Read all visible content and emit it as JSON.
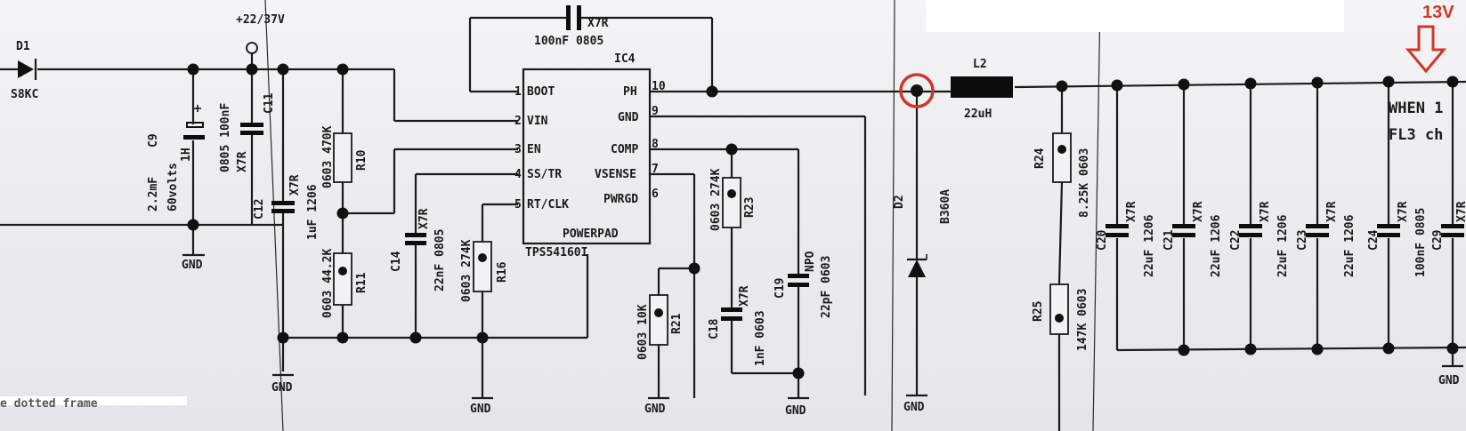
{
  "diagram": {
    "ic": {
      "ref": "IC4",
      "part": "TPS54160I",
      "pad": "POWERPAD",
      "pins_left": [
        {
          "num": "1",
          "name": "BOOT"
        },
        {
          "num": "2",
          "name": "VIN"
        },
        {
          "num": "3",
          "name": "EN"
        },
        {
          "num": "4",
          "name": "SS/TR"
        },
        {
          "num": "5",
          "name": "RT/CLK"
        }
      ],
      "pins_right": [
        {
          "num": "10",
          "name": "PH"
        },
        {
          "num": "9",
          "name": "GND"
        },
        {
          "num": "8",
          "name": "COMP"
        },
        {
          "num": "7",
          "name": "VSENSE"
        },
        {
          "num": "6",
          "name": "PWRGD"
        }
      ]
    },
    "rail": "+22/37V",
    "gnd": "GND",
    "d1": {
      "ref": "D1",
      "value": "S8KC"
    },
    "d2": {
      "ref": "D2",
      "value": "B360A"
    },
    "l2": {
      "ref": "L2",
      "value": "22uH"
    },
    "boot_cap": {
      "spec": "X7R",
      "value": "100nF 0805"
    },
    "c9": {
      "ref": "C9",
      "l1": "2.2mF",
      "l2": "60volts",
      "l3": "1H"
    },
    "c11": {
      "ref": "C11",
      "l1": "0805 100nF",
      "l2": "X7R"
    },
    "c12": {
      "ref": "C12",
      "l1": "X7R",
      "l2": "1uF 1206"
    },
    "r10": {
      "ref": "R10",
      "value": "0603 470K"
    },
    "r11": {
      "ref": "R11",
      "value": "0603 44.2K"
    },
    "c14": {
      "ref": "C14",
      "l1": "X7R",
      "l2": "22nF 0805"
    },
    "r16": {
      "ref": "R16",
      "value": "0603 274K"
    },
    "r21": {
      "ref": "R21",
      "value": "0603 10K"
    },
    "r23": {
      "ref": "R23",
      "value": "0603 274K"
    },
    "c18": {
      "ref": "C18",
      "l1": "X7R",
      "l2": "1nF 0603"
    },
    "c19": {
      "ref": "C19",
      "l1": "NPO",
      "l2": "22pF 0603"
    },
    "r24": {
      "ref": "R24",
      "value": "8.25K 0603"
    },
    "r25": {
      "ref": "R25",
      "value": "147K 0603"
    },
    "out_caps": [
      {
        "ref": "C20",
        "l1": "X7R",
        "l2": "22uF 1206"
      },
      {
        "ref": "C21",
        "l1": "X7R",
        "l2": "22uF 1206"
      },
      {
        "ref": "C22",
        "l1": "X7R",
        "l2": "22uF 1206"
      },
      {
        "ref": "C23",
        "l1": "X7R",
        "l2": "22uF 1206"
      },
      {
        "ref": "C24",
        "l1": "X7R",
        "l2": "100nF 0805"
      },
      {
        "ref": "C29",
        "l1": "X7R",
        "l2": ""
      }
    ],
    "annotation": "13V",
    "note1": "WHEN 1",
    "note2": "FL3 ch",
    "bottom_note": "e dotted frame"
  },
  "colors": {
    "annotation": "#d0362a",
    "ink": "#1a1a1a"
  }
}
